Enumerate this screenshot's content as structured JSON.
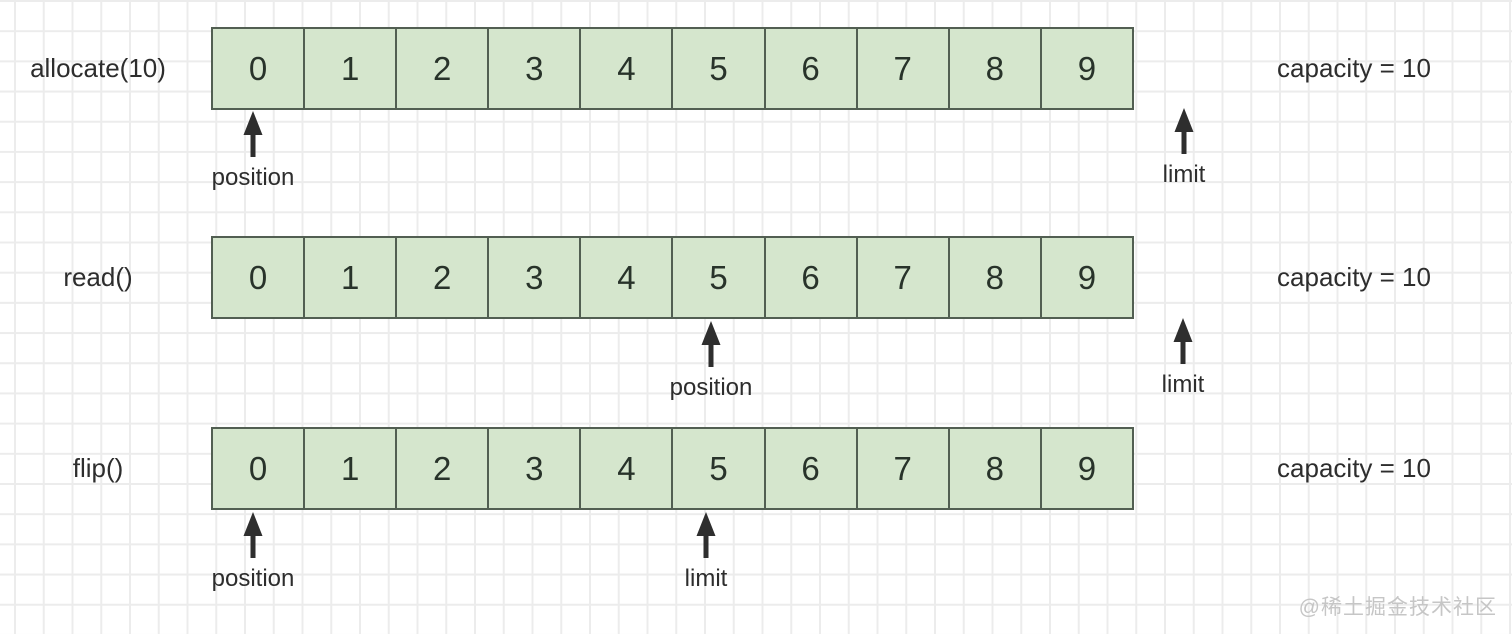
{
  "rows": [
    {
      "operation": "allocate(10)",
      "cells": [
        "0",
        "1",
        "2",
        "3",
        "4",
        "5",
        "6",
        "7",
        "8",
        "9"
      ],
      "capacity": "capacity = 10",
      "markers": [
        {
          "label": "position"
        },
        {
          "label": "limit"
        }
      ]
    },
    {
      "operation": "read()",
      "cells": [
        "0",
        "1",
        "2",
        "3",
        "4",
        "5",
        "6",
        "7",
        "8",
        "9"
      ],
      "capacity": "capacity = 10",
      "markers": [
        {
          "label": "position"
        },
        {
          "label": "limit"
        }
      ]
    },
    {
      "operation": "flip()",
      "cells": [
        "0",
        "1",
        "2",
        "3",
        "4",
        "5",
        "6",
        "7",
        "8",
        "9"
      ],
      "capacity": "capacity = 10",
      "markers": [
        {
          "label": "position"
        },
        {
          "label": "limit"
        }
      ]
    }
  ],
  "watermark": "@稀土掘金技术社区",
  "colors": {
    "cell_fill": "#d5e6cd",
    "cell_border": "#525f52",
    "cell_text": "#28332a",
    "label_text": "#2d2d2d",
    "arrow": "#2e2e2e",
    "grid_line": "#ececec",
    "background": "#ffffff",
    "watermark_text": "#c6c6c6"
  }
}
